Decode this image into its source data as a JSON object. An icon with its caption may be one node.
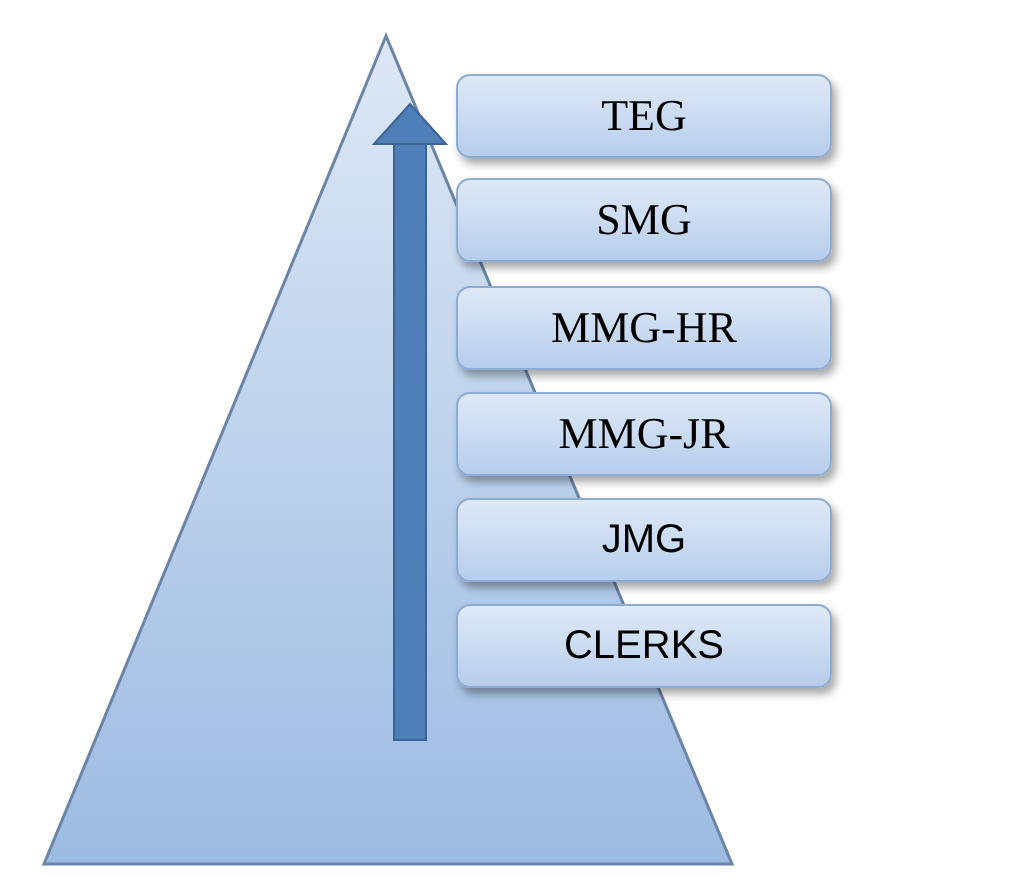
{
  "diagram": {
    "nodes": [
      {
        "text": [
          "TEG"
        ]
      },
      {
        "text": [
          "SMG"
        ]
      },
      {
        "text": [
          "MMG-HR"
        ]
      },
      {
        "text": [
          "MMG-JR"
        ]
      },
      {
        "text": [
          "JMG"
        ]
      },
      {
        "text": [
          "CLERKS"
        ]
      }
    ],
    "edges": []
  }
}
